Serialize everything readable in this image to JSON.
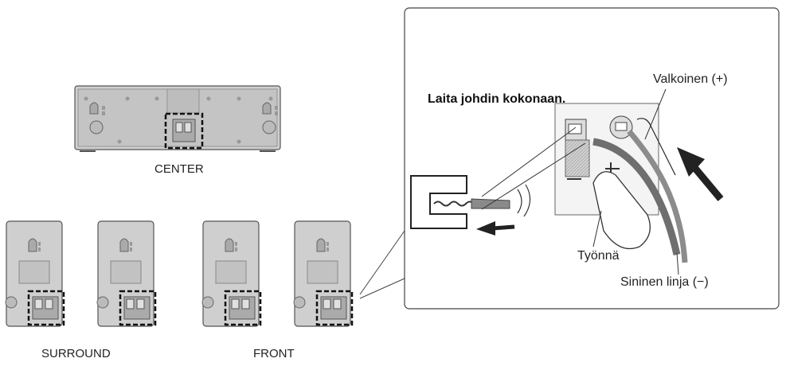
{
  "labels": {
    "center": "CENTER",
    "surround": "SURROUND",
    "front": "FRONT",
    "insert_fully": "Laita johdin kokonaan.",
    "white_plus": "Valkoinen (+)",
    "push": "Työnnä",
    "blue_line_minus": "Sininen linja (−)"
  },
  "terminal_marks": {
    "minus": "−",
    "plus": "+"
  },
  "colors": {
    "speaker_body": "#c9c9c9",
    "speaker_outline": "#555555",
    "cable": "#7a7a7a",
    "arrow": "#222222"
  }
}
